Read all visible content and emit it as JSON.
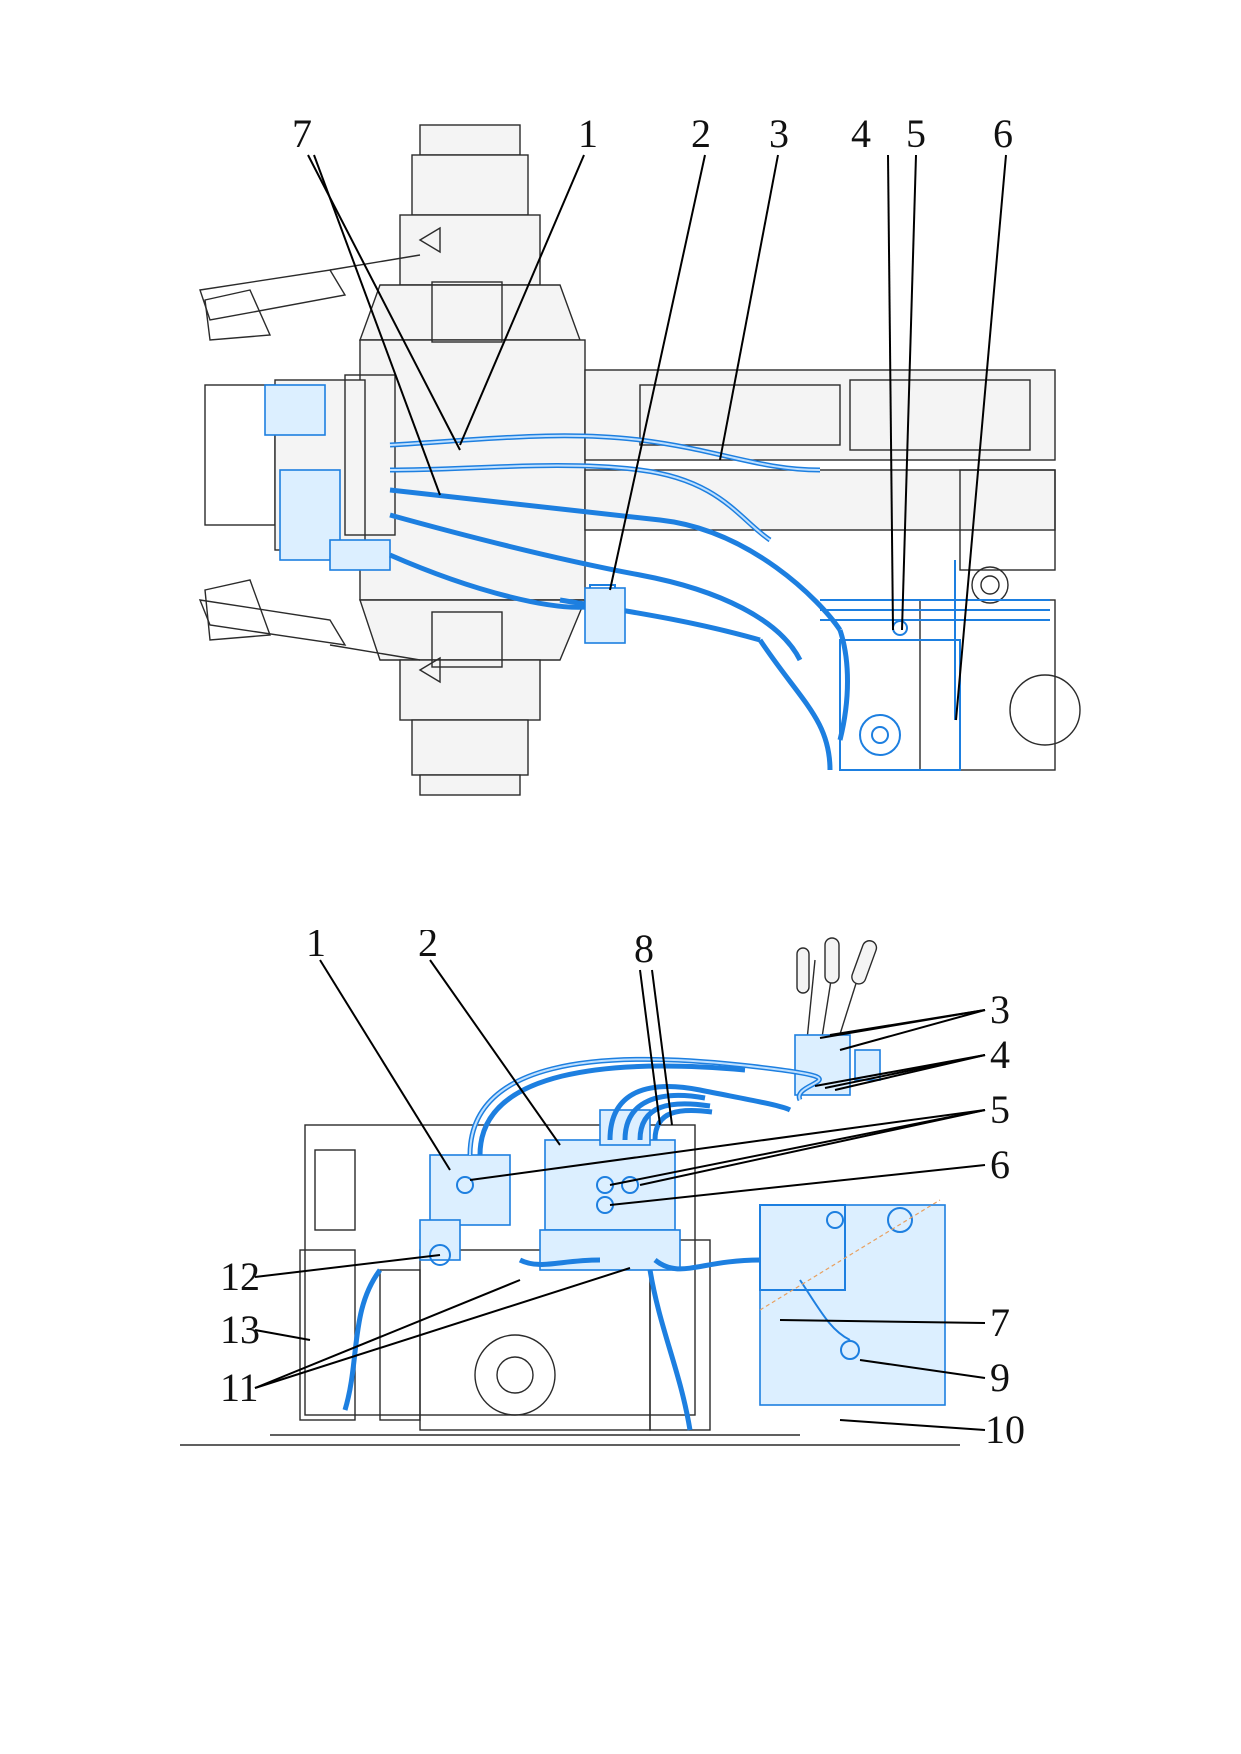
{
  "top_figure": {
    "callouts": [
      "7",
      "1",
      "2",
      "3",
      "4",
      "5",
      "6"
    ]
  },
  "bottom_figure": {
    "callouts": [
      "1",
      "2",
      "8",
      "3",
      "4",
      "5",
      "6",
      "12",
      "13",
      "11",
      "7",
      "9",
      "10"
    ]
  },
  "colors": {
    "hydraulic_lines": "#1d7fe0",
    "mechanical_outline": "#2b2b2b",
    "background": "#ffffff"
  }
}
